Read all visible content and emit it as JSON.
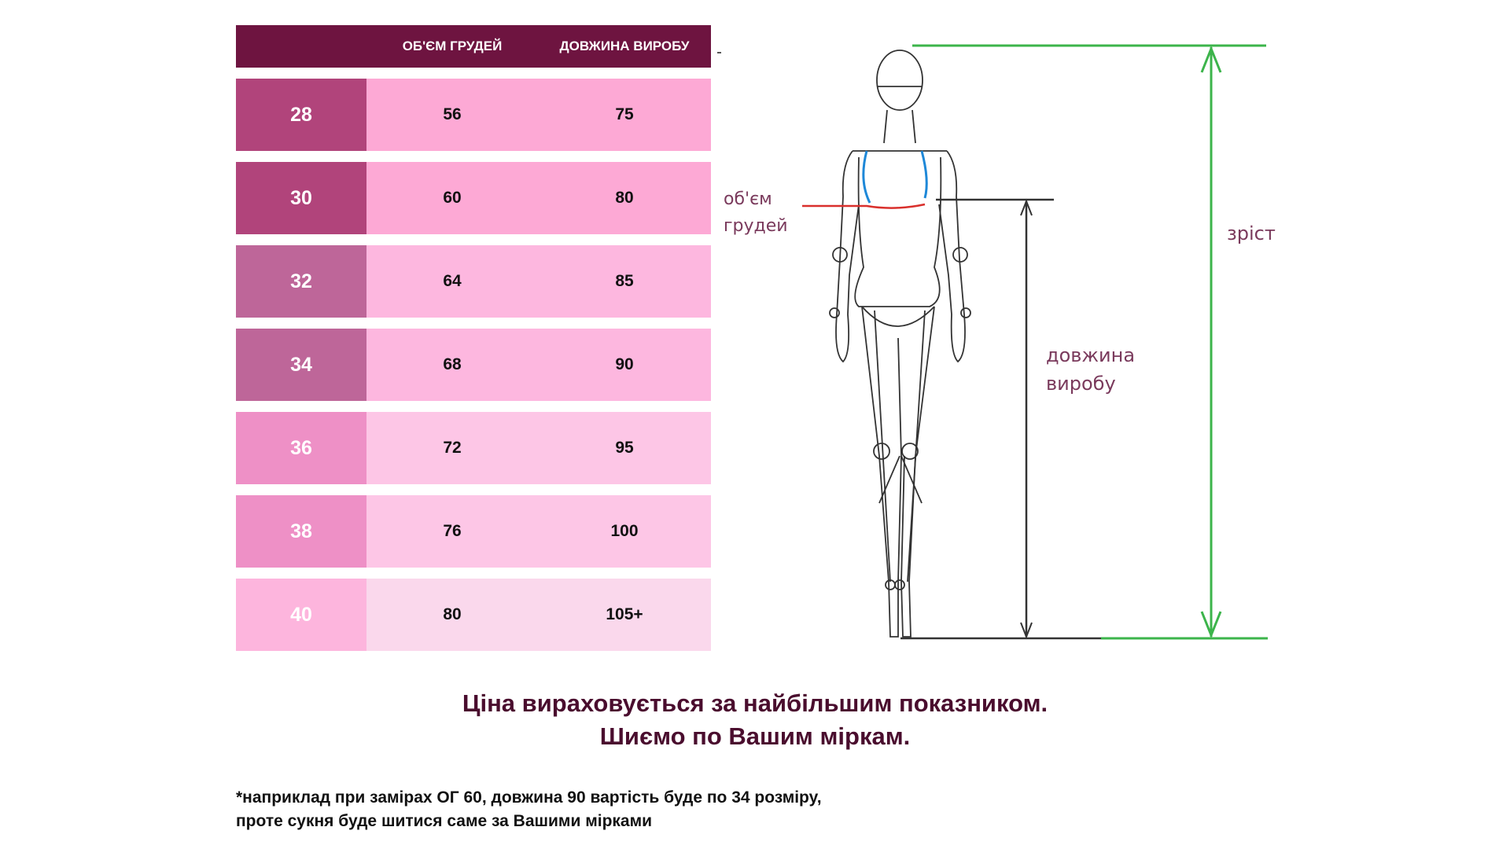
{
  "table": {
    "headers": [
      "",
      "ОБ'ЄМ ГРУДЕЙ",
      "ДОВЖИНА ВИРОБУ"
    ],
    "rows": [
      {
        "size": "28",
        "bust": "56",
        "length": "75",
        "size_color": "#b1447b",
        "row_color": "#fda9d5"
      },
      {
        "size": "30",
        "bust": "60",
        "length": "80",
        "size_color": "#b1447b",
        "row_color": "#fda9d5"
      },
      {
        "size": "32",
        "bust": "64",
        "length": "85",
        "size_color": "#be6699",
        "row_color": "#fdb7df"
      },
      {
        "size": "34",
        "bust": "68",
        "length": "90",
        "size_color": "#be6699",
        "row_color": "#fdb7df"
      },
      {
        "size": "36",
        "bust": "72",
        "length": "95",
        "size_color": "#ee90c6",
        "row_color": "#fdc6e6"
      },
      {
        "size": "38",
        "bust": "76",
        "length": "100",
        "size_color": "#ee90c6",
        "row_color": "#fdc6e6"
      },
      {
        "size": "40",
        "bust": "80",
        "length": "105+",
        "size_color": "#fdb5dd",
        "row_color": "#fad8ec"
      }
    ]
  },
  "figure": {
    "bust_label_1": "об'єм",
    "bust_label_2": "грудей",
    "length_label_1": "довжина",
    "length_label_2": "виробу",
    "height_label": "зріст"
  },
  "notes": {
    "line1": "Ціна вираховується за найбільшим показником.",
    "line2": "Шиємо по Вашим міркам.",
    "foot1": "*наприклад при замірах ОГ 60, довжина 90 вартість буде по 34 розміру,",
    "foot2": "проте сукня буде шитися саме за Вашими мірками"
  },
  "colors": {
    "header_bg": "#6e1440",
    "note_text": "#4a0d2e",
    "height_line": "#3cb44b",
    "bust_line": "#d9302c",
    "shoulder_mark": "#1e88d8"
  }
}
